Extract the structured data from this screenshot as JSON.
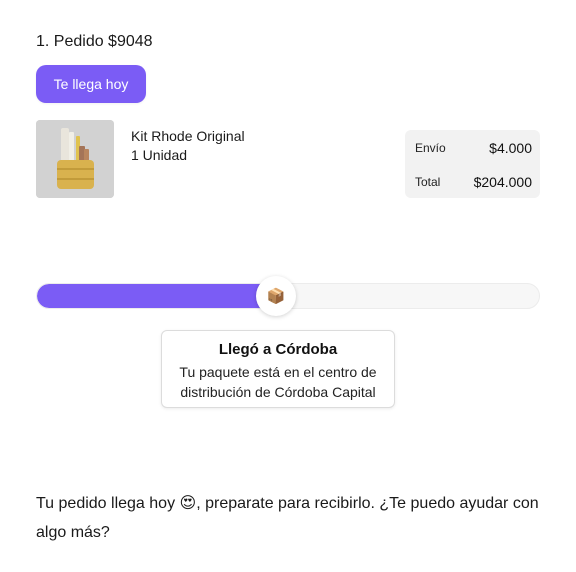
{
  "order": {
    "title": "1. Pedido $9048",
    "status_button_label": "Te llega hoy"
  },
  "product": {
    "image_icon": "product-image",
    "name": "Kit Rhode Original",
    "quantity": "1 Unidad"
  },
  "summary": {
    "shipping_label": "Envío",
    "shipping_value": "$4.000",
    "total_label": "Total",
    "total_value": "$204.000"
  },
  "tracking": {
    "progress": 0.48,
    "knob_icon": "package-icon",
    "knob_glyph": "📦",
    "tooltip_title": "Llegó a Córdoba",
    "tooltip_body": "Tu paquete está en el centro de distribución de Córdoba Capital"
  },
  "message": {
    "before_emoji": "Tu pedido llega hoy ",
    "emoji": "😍",
    "after_emoji": ", preparate para recibirlo. ¿Te puedo ayudar con algo más?"
  },
  "colors": {
    "accent": "#7b5cf5",
    "summary_bg": "#f2f2f2",
    "track_bg": "#f7f7f7"
  }
}
